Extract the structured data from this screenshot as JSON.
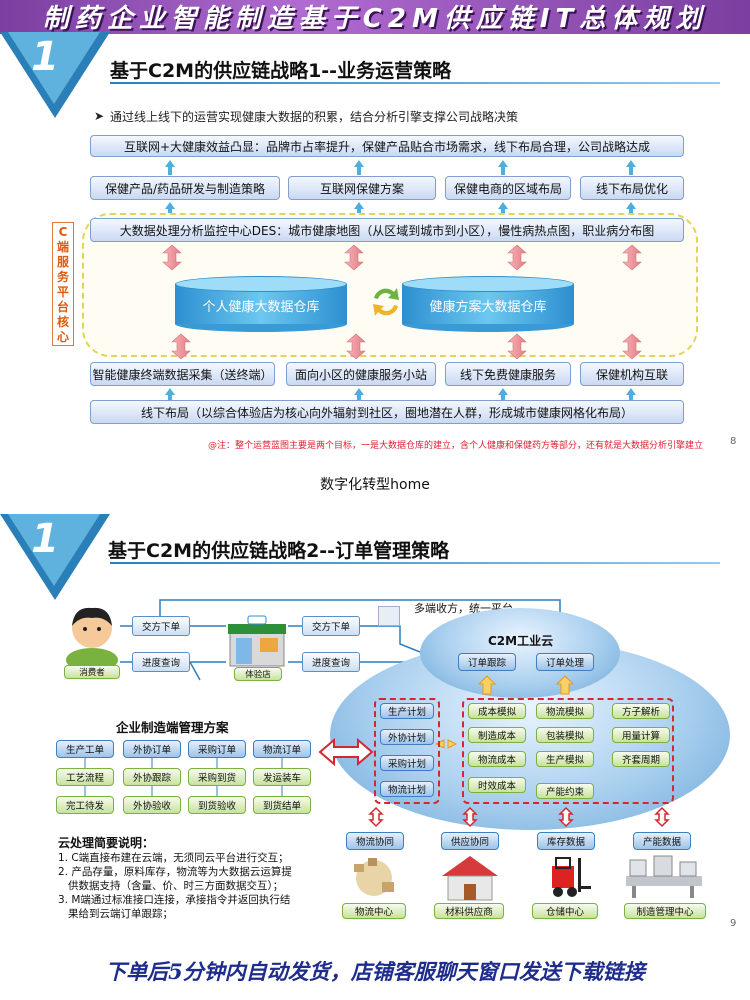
{
  "banner": {
    "title": "制药企业智能制造基于C2M供应链IT总体规划"
  },
  "slide1": {
    "number": "1",
    "title": "基于C2M的供应链战略1--业务运营策略",
    "bullet": "通过线上线下的运营实现健康大数据的积累，结合分析引擎支撑公司战略决策",
    "top_box": "互联网+大健康效益凸显：品牌市占率提升，保健产品贴合市场需求，线下布局合理，公司战略达成",
    "row2": [
      "保健产品/药品研发与制造策略",
      "互联网保健方案",
      "保健电商的区域布局",
      "线下布局优化"
    ],
    "side_label": "C端服务平台核心",
    "des_box": "大数据处理分析监控中心DES：城市健康地图（从区域到城市到小区），慢性病热点图，职业病分布图",
    "cyl_left": "个人健康大数据仓库",
    "cyl_right": "健康方案大数据仓库",
    "row4": [
      "智能健康终端数据采集（送终端）",
      "面向小区的健康服务小站",
      "线下免费健康服务",
      "保健机构互联"
    ],
    "bottom_box": "线下布局（以综合体验店为核心向外辐射到社区，圈地潜在人群，形成城市健康网格化布局）",
    "note": "@注：整个运营蓝图主要是两个目标，一是大数据仓库的建立，含个人健康和保健药方等部分，还有就是大数据分析引擎建立",
    "page": "8"
  },
  "caption": "数字化转型home",
  "slide2": {
    "number": "1",
    "title": "基于C2M的供应链战略2--订单管理策略",
    "consumer_label": "消费者",
    "store_label": "体验店",
    "consumer_boxes": [
      "交方下单",
      "进度查询"
    ],
    "store_boxes": [
      "交方下单",
      "进度查询"
    ],
    "multi_channel": "多端收方，统一平台",
    "cloud_title": "C2M工业云",
    "cloud_top_boxes": [
      "订单跟踪",
      "订单处理"
    ],
    "left_column": [
      "生产计划",
      "外协计划",
      "采购计划",
      "物流计划"
    ],
    "mid_column": [
      "成本模拟",
      "制造成本",
      "物流成本",
      "时效成本"
    ],
    "mid2_column": [
      "物流模拟",
      "包装模拟",
      "生产模拟",
      "产能约束"
    ],
    "right_column": [
      "方子解析",
      "用量计算",
      "齐套周期"
    ],
    "enterprise_title": "企业制造端管理方案",
    "enterprise_rows": [
      [
        "生产工单",
        "外协订单",
        "采购订单",
        "物流订单"
      ],
      [
        "工艺流程",
        "外协跟踪",
        "采购到货",
        "发运装车"
      ],
      [
        "完工待发",
        "外协验收",
        "到货验收",
        "到货结单"
      ]
    ],
    "collab_boxes": [
      "物流协同",
      "供应协同",
      "库存数据",
      "产能数据"
    ],
    "centers": [
      "物流中心",
      "材料供应商",
      "仓储中心",
      "制造管理中心"
    ],
    "desc_title": "云处理简要说明：",
    "desc_lines": [
      "1. C端直接布建在云端，无须同云平台进行交互；",
      "2. 产品存量，原料库存，物流等为大数据云运算提",
      "   供数据支持（含量、价、时三方面数据交互）；",
      "3. M端通过标准接口连接，承接指令并返回执行结",
      "   果给到云端订单跟踪；"
    ],
    "page": "9"
  },
  "footer": "下单后5分钟内自动发货，店铺客服聊天窗口发送下载链接"
}
